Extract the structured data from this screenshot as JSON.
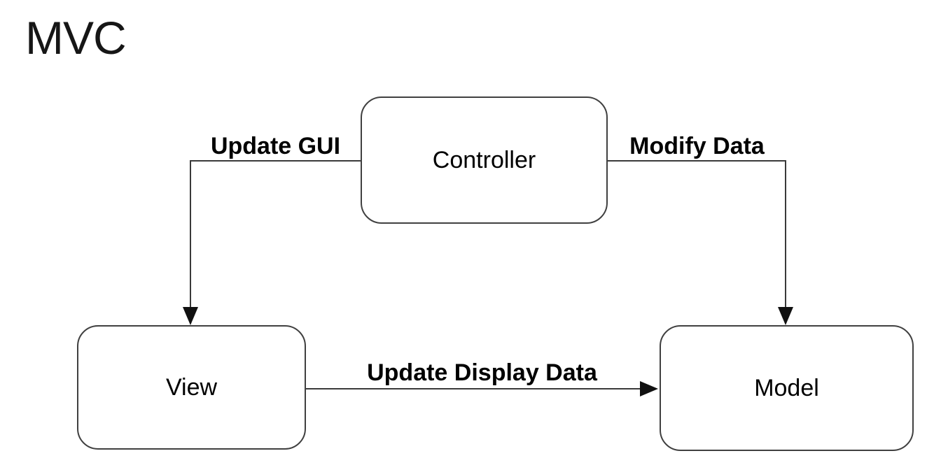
{
  "title": "MVC",
  "nodes": {
    "controller": {
      "label": "Controller"
    },
    "view": {
      "label": "View"
    },
    "model": {
      "label": "Model"
    }
  },
  "edges": {
    "update_gui": {
      "label": "Update GUI",
      "from": "Controller",
      "to": "View",
      "direction": "down"
    },
    "modify_data": {
      "label": "Modify Data",
      "from": "Controller",
      "to": "Model",
      "direction": "down"
    },
    "update_display_data": {
      "label": "Update Display Data",
      "from": "View",
      "to": "Model",
      "direction": "right"
    }
  },
  "colors": {
    "background": "#ffffff",
    "node_border": "#404040",
    "line": "#3a3a3a",
    "arrowhead": "#111111",
    "text": "#000000"
  }
}
